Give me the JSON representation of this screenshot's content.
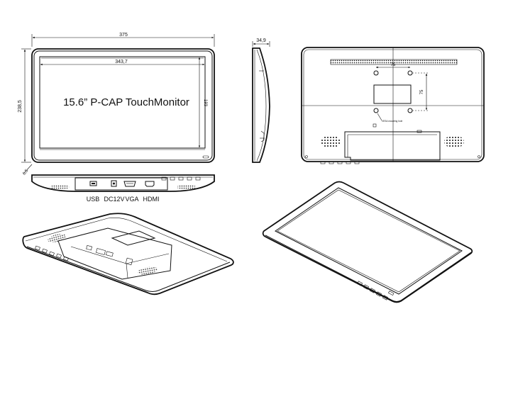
{
  "front_view": {
    "overall_width": "375",
    "screen_width": "343,7",
    "overall_height": "238,5",
    "screen_height": "193",
    "bezel_depth": "6,5",
    "label": "15.6” P-CAP TouchMonitor"
  },
  "side_view": {
    "depth": "34,9"
  },
  "rear_view": {
    "vesa_horizontal": "75",
    "vesa_vertical": "75",
    "mount_label": "VESA mounting hole"
  },
  "ports": [
    "USB",
    "DC12V",
    "VGA",
    "HDMI"
  ]
}
